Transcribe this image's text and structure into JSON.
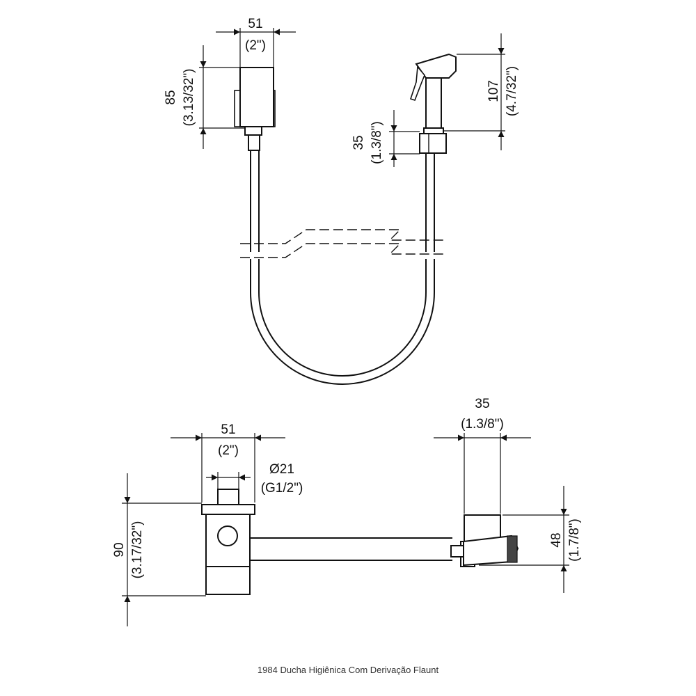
{
  "caption": "1984 Ducha Higiênica Com Derivação Flaunt",
  "dimensions": {
    "top_valve_width_mm": "51",
    "top_valve_width_in": "(2\")",
    "top_valve_height_mm": "85",
    "top_valve_height_in": "(3.13/32\")",
    "sprayer_height_mm": "107",
    "sprayer_height_in": "(4.7/32\")",
    "sprayer_base_mm": "35",
    "sprayer_base_in": "(1.3/8\")",
    "bottom_valve_width_mm": "51",
    "bottom_valve_width_in": "(2\")",
    "thread_diameter": "Ø21",
    "thread_size": "(G1/2\")",
    "bottom_valve_height_mm": "90",
    "bottom_valve_height_in": "(3.17/32\")",
    "holder_width_mm": "35",
    "holder_width_in": "(1.3/8\")",
    "holder_height_mm": "48",
    "holder_height_in": "(1.7/8\")"
  }
}
